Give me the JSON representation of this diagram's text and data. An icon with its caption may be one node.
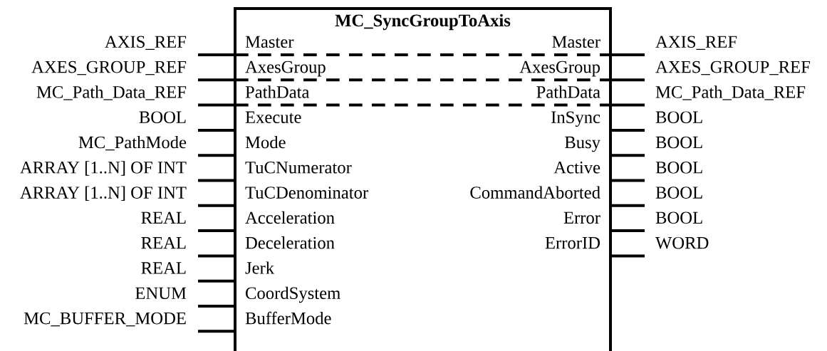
{
  "diagram": {
    "nodes": [
      {
        "text": [
          "MC_SyncGroupToAxis"
        ]
      },
      {
        "text": [
          "Master"
        ],
        "in": 0,
        "beside": [
          "AXIS_REF"
        ]
      },
      {
        "text": [
          "Master"
        ],
        "in": 0,
        "beside": [
          "AXIS_REF"
        ]
      },
      {
        "text": [
          "AxesGroup"
        ],
        "in": 0,
        "beside": [
          "AXES_GROUP_REF"
        ]
      },
      {
        "text": [
          "AxesGroup"
        ],
        "in": 0,
        "beside": [
          "AXES_GROUP_REF"
        ]
      },
      {
        "text": [
          "PathData"
        ],
        "in": 0,
        "beside": [
          "MC_Path_Data_REF"
        ]
      },
      {
        "text": [
          "PathData"
        ],
        "in": 0,
        "beside": [
          "MC_Path_Data_REF"
        ]
      },
      {
        "text": [
          "Execute"
        ],
        "in": 0,
        "beside": [
          "BOOL"
        ]
      },
      {
        "text": [
          "InSync"
        ],
        "in": 0,
        "beside": [
          "BOOL"
        ]
      },
      {
        "text": [
          "Mode"
        ],
        "in": 0,
        "beside": [
          "MC_PathMode"
        ]
      },
      {
        "text": [
          "Busy"
        ],
        "in": 0,
        "beside": [
          "BOOL"
        ]
      },
      {
        "text": [
          "TuCNumerator"
        ],
        "in": 0,
        "beside": [
          "ARRAY [1..N] OF INT"
        ]
      },
      {
        "text": [
          "Active"
        ],
        "in": 0,
        "beside": [
          "BOOL"
        ]
      },
      {
        "text": [
          "TuCDenominator"
        ],
        "in": 0,
        "beside": [
          "ARRAY [1..N] OF INT"
        ]
      },
      {
        "text": [
          "CommandAborted"
        ],
        "in": 0,
        "beside": [
          "BOOL"
        ]
      },
      {
        "text": [
          "Acceleration"
        ],
        "in": 0,
        "beside": [
          "REAL"
        ]
      },
      {
        "text": [
          "Error"
        ],
        "in": 0,
        "beside": [
          "BOOL"
        ]
      },
      {
        "text": [
          "Deceleration"
        ],
        "in": 0,
        "beside": [
          "REAL"
        ]
      },
      {
        "text": [
          "ErrorID"
        ],
        "in": 0,
        "beside": [
          "WORD"
        ]
      },
      {
        "text": [
          "Jerk"
        ],
        "in": 0,
        "beside": [
          "REAL"
        ]
      },
      {
        "text": [
          "CoordSystem"
        ],
        "in": 0,
        "beside": [
          "ENUM"
        ]
      },
      {
        "text": [
          "BufferMode"
        ],
        "in": 0,
        "beside": [
          "MC_BUFFER_MODE"
        ]
      }
    ],
    "edges": [
      {
        "from": 1,
        "to": 2,
        "arrow": "none",
        "style": "dashed"
      },
      {
        "from": 3,
        "to": 4,
        "arrow": "none",
        "style": "dashed"
      },
      {
        "from": 5,
        "to": 6,
        "arrow": "none",
        "style": "dashed"
      }
    ]
  }
}
